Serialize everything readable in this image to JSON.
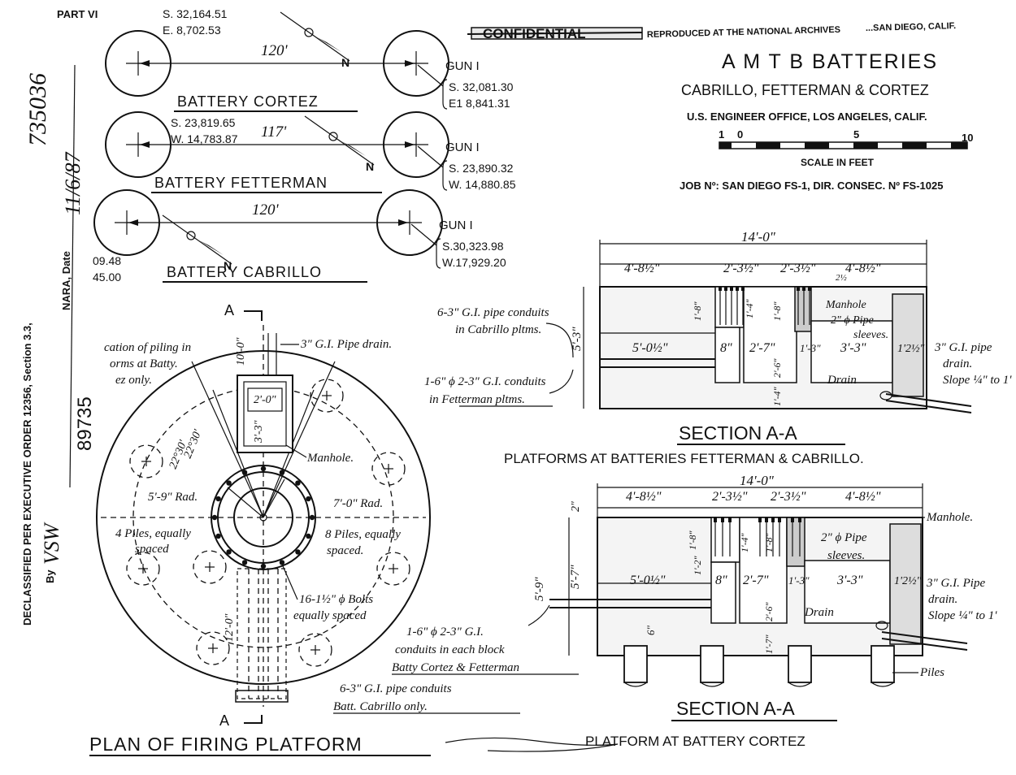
{
  "header": {
    "part": "PART VI",
    "stamp": "CONFIDENTIAL",
    "archive": "REPRODUCED AT THE NATIONAL ARCHIVES",
    "partial_location": "...SAN DIEGO, CALIF."
  },
  "title_block": {
    "title": "A M T B  BATTERIES",
    "subtitle": "CABRILLO, FETTERMAN & CORTEZ",
    "office": "U.S. ENGINEER OFFICE,  LOS ANGELES, CALIF.",
    "scale_ticks": [
      "1",
      "0",
      "5",
      "10"
    ],
    "scale_label": "SCALE IN FEET",
    "job": "JOB Nº: SAN DIEGO  FS-1,  DIR. CONSEC. Nº FS-1025"
  },
  "declass": {
    "text": "DECLASSIFIED PER EXECUTIVE ORDER 12356, Section 3.3,",
    "number": "735036",
    "nara": "NARA, Date",
    "nara_date": "11/6/87",
    "by": "By",
    "by_initials": "VSW",
    "stamp_number": "89735"
  },
  "batteries": [
    {
      "name": "BATTERY  CORTEZ",
      "spacing": "120'",
      "left_coords": [
        "S. 32,164.51",
        "E.  8,702.53"
      ],
      "gun": "GUN I",
      "gun_coords": [
        "S. 32,081.30",
        "E1  8,841.31"
      ]
    },
    {
      "name": "BATTERY  FETTERMAN",
      "spacing": "117'",
      "left_coords": [
        "S. 23,819.65",
        "W. 14,783.87"
      ],
      "gun": "GUN I",
      "gun_coords": [
        "S. 23,890.32",
        "W. 14,880.85"
      ]
    },
    {
      "name": "BATTERY  CABRILLO",
      "spacing": "120'",
      "left_coords": [
        "09.48",
        "45.00"
      ],
      "gun": "GUN I",
      "gun_coords": [
        "S.30,323.98",
        "W.17,929.20"
      ]
    }
  ],
  "north_label": "N",
  "plan": {
    "title": "PLAN OF FIRING PLATFORM",
    "section_marker": "A",
    "notes": {
      "piling": [
        "cation of piling in",
        "orms at Batty.",
        "ez only."
      ],
      "pipe_drain": "3\" G.I. Pipe drain.",
      "manhole": "Manhole.",
      "rad_left": "5'-9\" Rad.",
      "rad_right": "7'-0\" Rad.",
      "piles_left": [
        "4 Piles, equally",
        "spaced"
      ],
      "piles_right": [
        "8 Piles, equally",
        "spaced."
      ],
      "bolts": [
        "16-1½\" ϕ Bolts",
        "equally spaced"
      ],
      "conduits": [
        "6-3\" G.I. pipe conduits",
        "Batt. Cabrillo only."
      ]
    },
    "dims": {
      "top": "10'-0\"",
      "box_w": "2'-0\"",
      "box_h": "3'-3\"",
      "angle_a": "22°30'",
      "angle_b": "22°30'",
      "bottom": "12'-0\""
    }
  },
  "section1": {
    "title": "SECTION  A-A",
    "caption": "PLATFORMS AT BATTERIES FETTERMAN & CABRILLO.",
    "overall": "14'-0\"",
    "top_dims": [
      "4'-8½\"",
      "2'-3½\"",
      "2'-3½\"",
      "4'-8½\""
    ],
    "small_dim": "2½",
    "height": "5'-3\"",
    "mid_dims": [
      "5'-0½\"",
      "8\"",
      "2'-7\"",
      "1'-3\"",
      "3'-3\"",
      "1'2½\""
    ],
    "vert_dims": [
      "1'-8\"",
      "1'-4\"",
      "1'-8\"",
      "2'-6\"",
      "1'-4\""
    ],
    "notes": {
      "cabrillo": [
        "6-3\" G.I. pipe conduits",
        "in Cabrillo pltms."
      ],
      "fetterman": [
        "1-6\" ϕ 2-3\" G.I. conduits",
        "in Fetterman pltms."
      ],
      "manhole": [
        "Manhole",
        "2\" ϕ Pipe",
        "sleeves."
      ],
      "pipe": [
        "3\" G.I. pipe",
        "drain.",
        "Slope ¼\" to 1'"
      ],
      "drain": "Drain"
    }
  },
  "section2": {
    "title": "SECTION  A-A",
    "caption": "PLATFORM  AT  BATTERY  CORTEZ",
    "overall": "14'-0\"",
    "top_dims": [
      "4'-8½\"",
      "2'-3½\"",
      "2'-3½\"",
      "4'-8½\""
    ],
    "left_small": "2\"",
    "heights": [
      "5'-9\"",
      "5'-7\""
    ],
    "mid_dims": [
      "5'-0½\"",
      "8\"",
      "2'-7\"",
      "1'-3\"",
      "3'-3\"",
      "1'2½\""
    ],
    "vert_dims": [
      "1'-8\"",
      "1'-4\"",
      "1'-8\"",
      "1'-2\"",
      "2'-6\"",
      "1'-7\""
    ],
    "bottom_dim": "6\"",
    "notes": {
      "manhole": "Manhole.",
      "sleeves": [
        "2\" ϕ Pipe",
        "sleeves."
      ],
      "pipe": [
        "3\" G.I. Pipe",
        "drain.",
        "Slope ¼\" to 1'"
      ],
      "drain": "Drain",
      "piles": "Piles",
      "conduits": [
        "1-6\" ϕ 2-3\" G.I.",
        "conduits in each block",
        "Batty Cortez & Fetterman"
      ]
    }
  }
}
